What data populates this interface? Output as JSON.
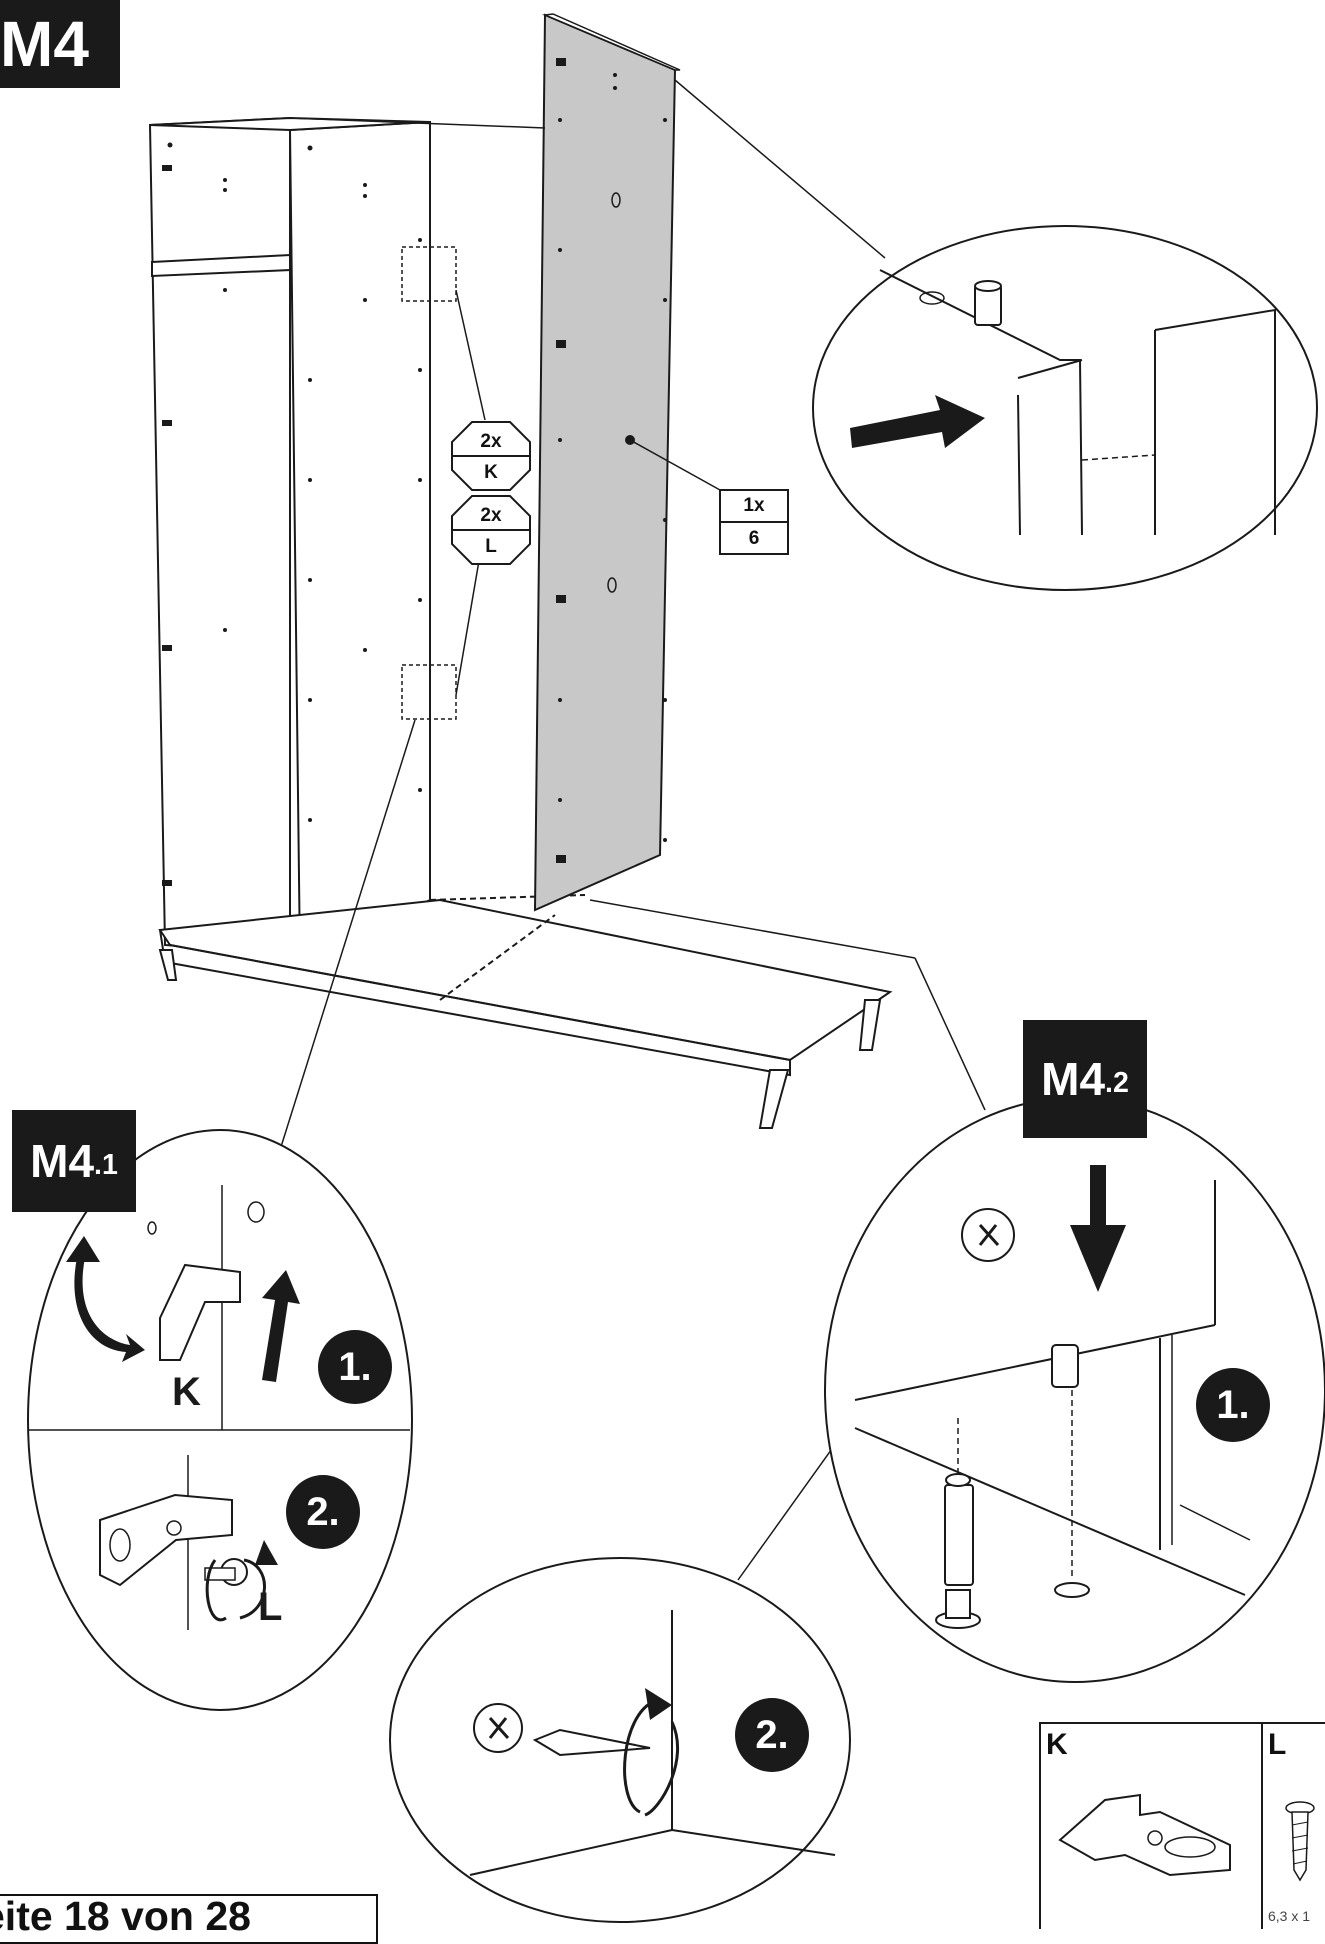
{
  "steps": {
    "main": {
      "prefix": "M4",
      "suffix": ""
    },
    "detail_1": {
      "prefix": "M4",
      "suffix": ".1"
    },
    "detail_2": {
      "prefix": "M4",
      "suffix": ".2"
    }
  },
  "fitting_callouts": {
    "k": {
      "qty": "2x",
      "part": "K"
    },
    "l": {
      "qty": "2x",
      "part": "L"
    }
  },
  "panel_callout": {
    "qty": "1x",
    "part": "6"
  },
  "detail_1": {
    "step_1": "1.",
    "part_1": "K",
    "step_2": "2.",
    "part_2": "L"
  },
  "detail_2": {
    "step_1": "1.",
    "step_2": "2."
  },
  "legend": {
    "k_label": "K",
    "l_label": "L",
    "screw_size": "6,3 x 1"
  },
  "footer": {
    "page_text": "eite 18 von 28"
  },
  "colors": {
    "ink": "#1a1a1a",
    "panel_fill": "#c8c8c8",
    "background": "#ffffff"
  }
}
